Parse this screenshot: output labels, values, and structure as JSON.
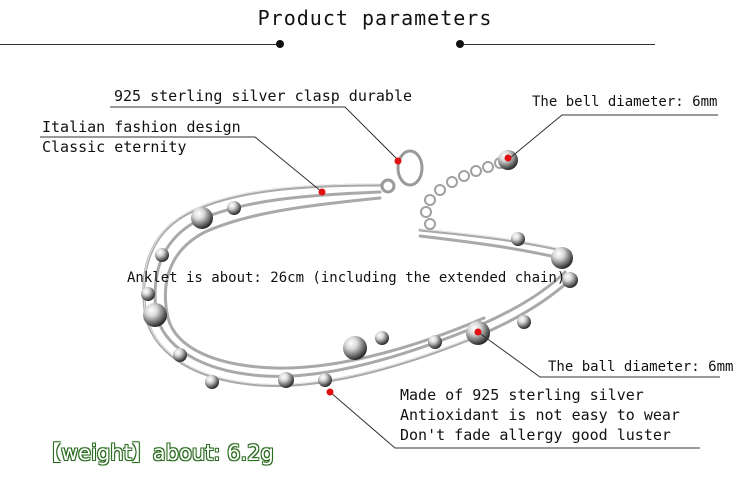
{
  "title": "Product parameters",
  "annotations": {
    "clasp": "925 sterling silver clasp durable",
    "bell": "The bell diameter: 6mm",
    "design_line1": "Italian fashion design",
    "design_line2": "Classic eternity",
    "length": "Anklet is about: 26cm (including the extended chain)",
    "ball": "The ball diameter: 6mm",
    "material_line1": "Made of 925 sterling silver",
    "material_line2": "Antioxidant is not easy to wear",
    "material_line3": "Don't fade allergy good luster"
  },
  "weight": "【weight】about: 6.2g",
  "colors": {
    "marker": "#e01010",
    "silver": "#c8c8c8",
    "weight_text": "#ffffff",
    "weight_outline": "#2a6b1f"
  }
}
